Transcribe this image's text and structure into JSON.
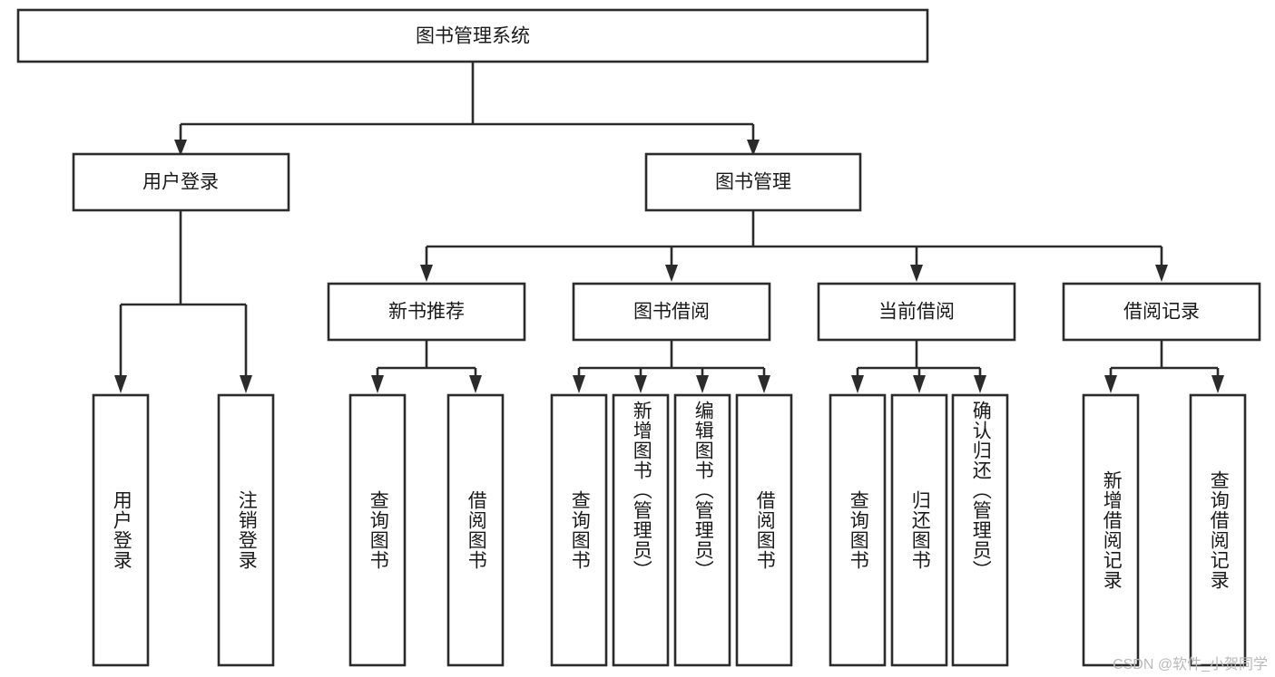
{
  "diagram": {
    "type": "tree-hierarchy-chart",
    "title": "图书管理系统",
    "watermark": "CSDN @软件_小贺同学",
    "colors": {
      "stroke": "#2b2b2b",
      "fill": "#ffffff",
      "text": "#1a1a1a",
      "watermark": "#b9b9b9"
    },
    "levels": [
      {
        "level": 1,
        "nodes": [
          {
            "id": "root",
            "label": "图书管理系统",
            "orientation": "horizontal"
          }
        ]
      },
      {
        "level": 2,
        "nodes": [
          {
            "id": "login",
            "label": "用户登录",
            "orientation": "horizontal",
            "parent": "root"
          },
          {
            "id": "bookmgmt",
            "label": "图书管理",
            "orientation": "horizontal",
            "parent": "root"
          }
        ]
      },
      {
        "level": 3,
        "nodes": [
          {
            "id": "newbook",
            "label": "新书推荐",
            "orientation": "horizontal",
            "parent": "bookmgmt"
          },
          {
            "id": "borrow",
            "label": "图书借阅",
            "orientation": "horizontal",
            "parent": "bookmgmt"
          },
          {
            "id": "current",
            "label": "当前借阅",
            "orientation": "horizontal",
            "parent": "bookmgmt"
          },
          {
            "id": "record",
            "label": "借阅记录",
            "orientation": "horizontal",
            "parent": "bookmgmt"
          }
        ]
      },
      {
        "level": 4,
        "nodes": [
          {
            "id": "leaf1",
            "label": "用户登录",
            "orientation": "vertical",
            "parent": "login"
          },
          {
            "id": "leaf2",
            "label": "注销登录",
            "orientation": "vertical",
            "parent": "login"
          },
          {
            "id": "leaf3",
            "label": "查询图书",
            "orientation": "vertical",
            "parent": "newbook"
          },
          {
            "id": "leaf4",
            "label": "借阅图书",
            "orientation": "vertical",
            "parent": "newbook"
          },
          {
            "id": "leaf5",
            "label": "查询图书",
            "orientation": "vertical",
            "parent": "borrow"
          },
          {
            "id": "leaf6",
            "label": "新增图书（管理员）",
            "orientation": "vertical",
            "parent": "borrow"
          },
          {
            "id": "leaf7",
            "label": "编辑图书（管理员）",
            "orientation": "vertical",
            "parent": "borrow"
          },
          {
            "id": "leaf8",
            "label": "借阅图书",
            "orientation": "vertical",
            "parent": "borrow"
          },
          {
            "id": "leaf9",
            "label": "查询图书",
            "orientation": "vertical",
            "parent": "current"
          },
          {
            "id": "leaf10",
            "label": "归还图书",
            "orientation": "vertical",
            "parent": "current"
          },
          {
            "id": "leaf11",
            "label": "确认归还（管理员）",
            "orientation": "vertical",
            "parent": "current"
          },
          {
            "id": "leaf12",
            "label": "新增借阅记录",
            "orientation": "vertical",
            "parent": "record"
          },
          {
            "id": "leaf13",
            "label": "查询借阅记录",
            "orientation": "vertical",
            "parent": "record"
          }
        ]
      }
    ]
  }
}
